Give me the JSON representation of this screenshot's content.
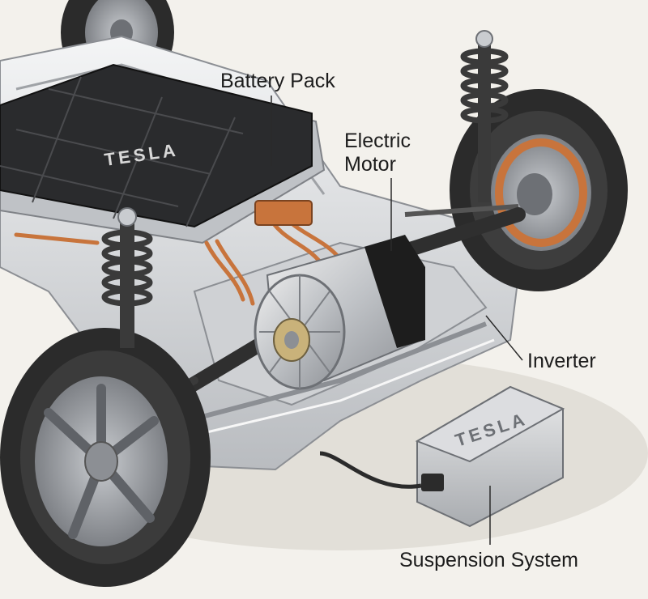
{
  "labels": {
    "battery_pack": "Battery Pack",
    "electric_motor_line1": "Electric",
    "electric_motor_line2": "Motor",
    "inverter": "Inverter",
    "suspension_system": "Suspension System"
  },
  "logos": {
    "battery_logo": "TESLA",
    "inverter_logo": "TESLA"
  },
  "colors": {
    "background": "#f3f1ec",
    "frame": "#d9dadc",
    "battery_top": "#2a2b2d",
    "copper": "#c8743c",
    "tire": "#2b2b2b",
    "rim": "#9a9da1",
    "spring": "#3a3a3a"
  }
}
